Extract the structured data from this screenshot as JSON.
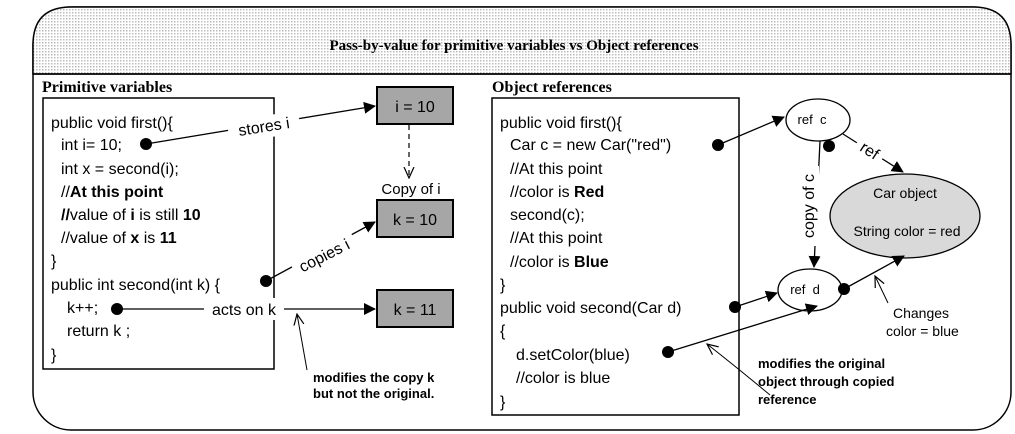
{
  "title": "Pass-by-value for primitive variables vs Object references",
  "left": {
    "heading": "Primitive variables",
    "code": {
      "l1": "public void first(){",
      "l2": "int i= 10;",
      "l3": "int x = second(i);",
      "l4_a": "//",
      "l4_b": "At this point",
      "l5_a": "//",
      "l5_b": "value of ",
      "l5_c": "i",
      "l5_d": " is still ",
      "l5_e": "10",
      "l6_a": "//value of ",
      "l6_b": "x",
      "l6_c": " is ",
      "l6_d": "11",
      "l7": "}",
      "l8": "public int second(int k) {",
      "l9": "k++;",
      "l10": "return k ;",
      "l11": "}"
    },
    "boxes": {
      "i": "i = 10",
      "k1": "k = 10",
      "k2": "k = 11"
    },
    "labels": {
      "stores": "stores i",
      "copy_of": "Copy of i",
      "copies": "copies i",
      "acts_on": "acts on k"
    },
    "note_l1": "modifies the copy k",
    "note_l2": "but not the original."
  },
  "right": {
    "heading": "Object references",
    "code": {
      "l1": "public void first(){",
      "l2": "Car c = new Car(\"red\")",
      "l3": "//At this point",
      "l4_a": "//color is ",
      "l4_b": "Red",
      "l5": "second(c);",
      "l6": "//At this point",
      "l7_a": "//color is ",
      "l7_b": "Blue",
      "l8": "}",
      "l9": "public void second(Car d)",
      "l10": "{",
      "l11": "d.setColor(blue)",
      "l12": "//color is  blue",
      "l13": "}"
    },
    "ref_c": "ref  c",
    "ref_d": "ref  d",
    "ref_label": "ref",
    "copy_of_c": "copy of c",
    "car_title": "Car object",
    "car_field": "String color = red",
    "changes_l1": "Changes",
    "changes_l2": "color = blue",
    "note_l1": "modifies the original",
    "note_l2": "object through copied",
    "note_l3": "reference"
  },
  "colors": {
    "box_fill": "#a6a6a6",
    "ellipse_fill": "#d9d9d9",
    "banner_fill": "#dcdcdc",
    "outline": "#000000"
  }
}
